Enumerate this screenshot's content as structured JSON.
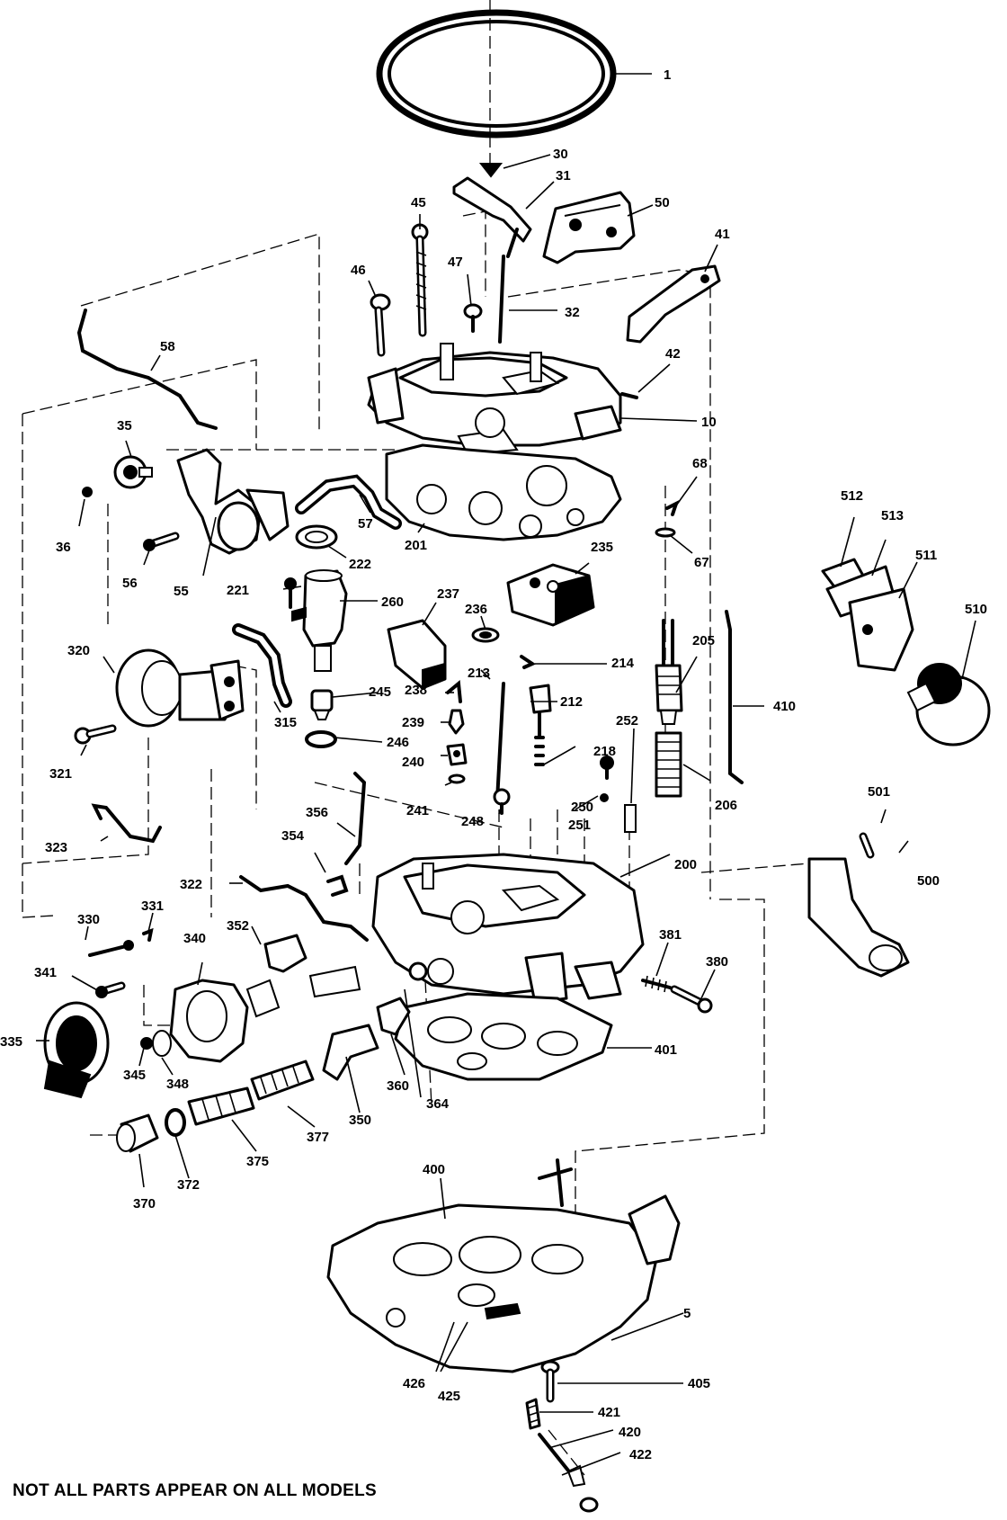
{
  "footnote": "NOT ALL PARTS APPEAR ON ALL MODELS",
  "labels": {
    "p1": "1",
    "p5": "5",
    "p10": "10",
    "p30": "30",
    "p31": "31",
    "p32": "32",
    "p35": "35",
    "p36": "36",
    "p41": "41",
    "p42": "42",
    "p45": "45",
    "p46": "46",
    "p47": "47",
    "p50": "50",
    "p55": "55",
    "p56": "56",
    "p57": "57",
    "p58": "58",
    "p67": "67",
    "p68": "68",
    "p200": "200",
    "p201": "201",
    "p205": "205",
    "p206": "206",
    "p212": "212",
    "p213": "213",
    "p214": "214",
    "p218": "218",
    "p221": "221",
    "p222": "222",
    "p235": "235",
    "p236": "236",
    "p237": "237",
    "p238": "238",
    "p239": "239",
    "p240": "240",
    "p241": "241",
    "p245": "245",
    "p246": "246",
    "p248": "248",
    "p250": "250",
    "p251": "251",
    "p252": "252",
    "p260": "260",
    "p315": "315",
    "p320": "320",
    "p321": "321",
    "p322": "322",
    "p323": "323",
    "p330": "330",
    "p331": "331",
    "p335": "335",
    "p340": "340",
    "p341": "341",
    "p345": "345",
    "p348": "348",
    "p350": "350",
    "p352": "352",
    "p354": "354",
    "p356": "356",
    "p360": "360",
    "p364": "364",
    "p370": "370",
    "p372": "372",
    "p375": "375",
    "p377": "377",
    "p380": "380",
    "p381": "381",
    "p400": "400",
    "p401": "401",
    "p405": "405",
    "p410": "410",
    "p420": "420",
    "p421": "421",
    "p422": "422",
    "p425": "425",
    "p426": "426",
    "p500": "500",
    "p501": "501",
    "p510": "510",
    "p511": "511",
    "p512": "512",
    "p513": "513"
  }
}
